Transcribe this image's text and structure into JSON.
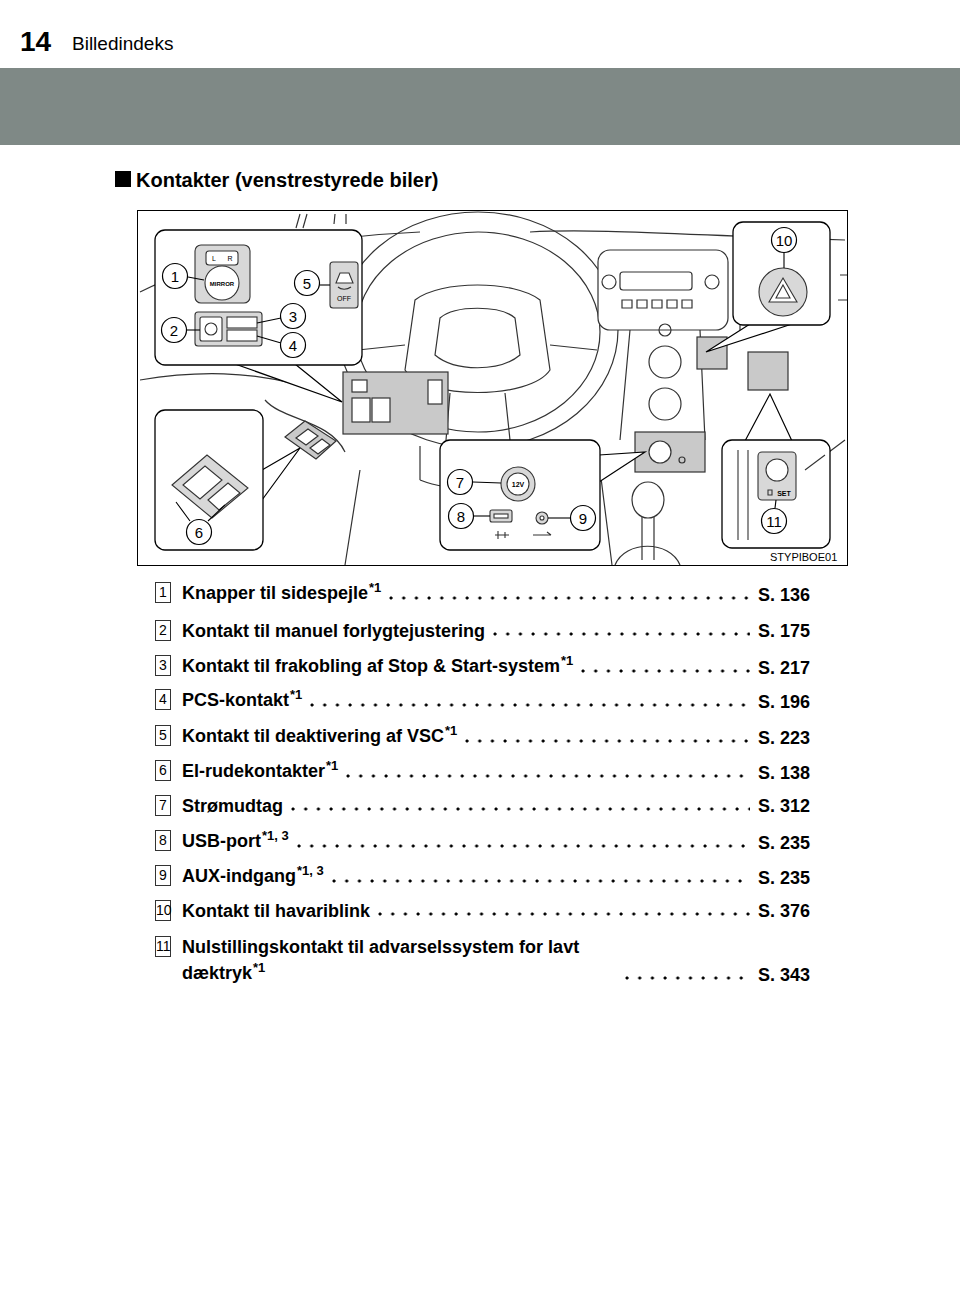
{
  "diagram": {
    "title": "Kontakter (venstrestyrede biler)",
    "labels": [
      "14",
      "Billedindeks",
      "1",
      "2",
      "3",
      "4",
      "5",
      "6",
      "7",
      "8",
      "9",
      "10",
      "11",
      "L",
      "R",
      "MIRROR",
      "OFF",
      "12V",
      "SET",
      "STYPIBOE01",
      "1",
      "Knapper til sidespejle",
      "*1",
      "S. 136",
      "2",
      "Kontakt til manuel forlygtejustering",
      "S. 175",
      "3",
      "Kontakt til frakobling af Stop & Start-system",
      "*1",
      "S. 217",
      "4",
      "PCS-kontakt",
      "*1",
      "S. 196",
      "5",
      "Kontakt til deaktivering af VSC",
      "*1",
      "S. 223",
      "6",
      "El-rudekontakter",
      "*1",
      "S. 138",
      "7",
      "Strømudtag",
      "S. 312",
      "8",
      "USB-port",
      "*1, 3",
      "S. 235",
      "9",
      "AUX-indgang",
      "*1, 3",
      "S. 235",
      "10",
      "Kontakt til havariblink",
      "S. 376",
      "11",
      "Nulstillingskontakt til advarselssystem for lavt dæktryk",
      "*1",
      "S. 343"
    ]
  }
}
